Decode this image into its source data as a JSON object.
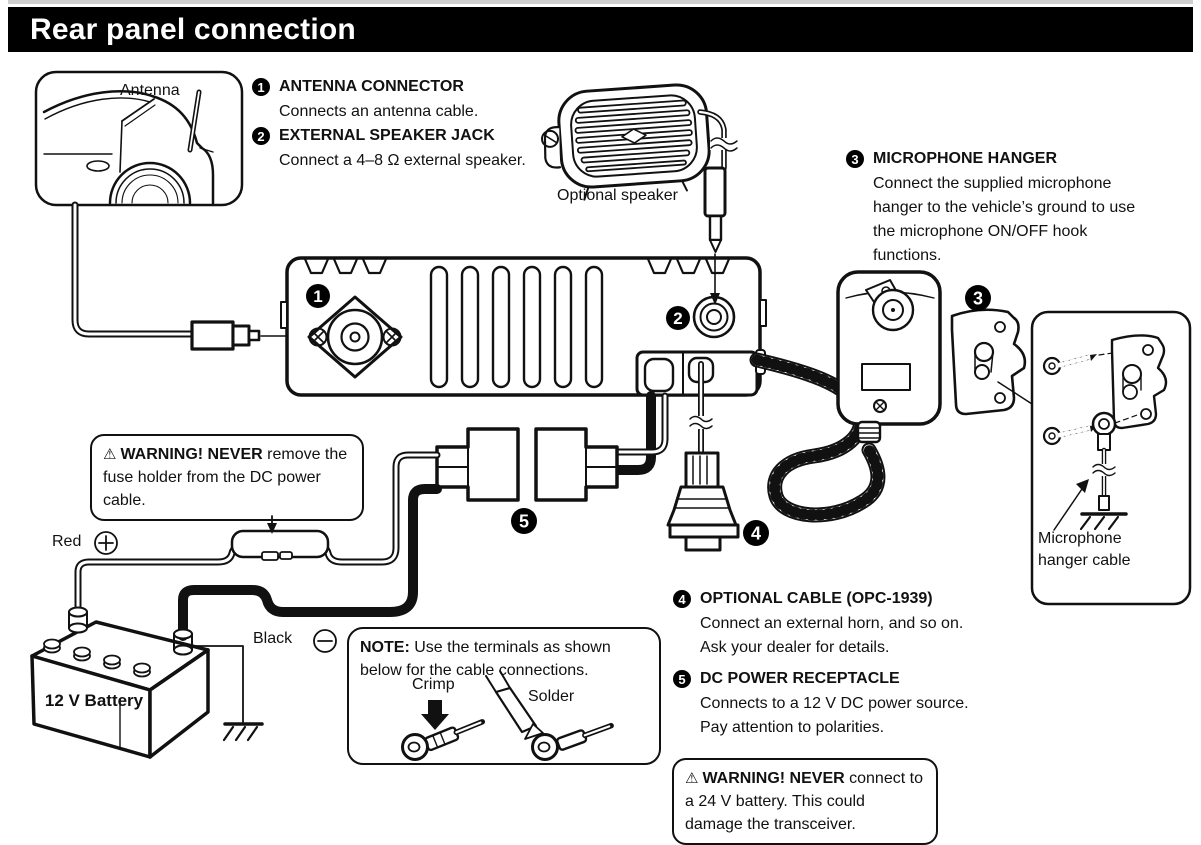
{
  "page": {
    "title": "Rear panel connection"
  },
  "items": {
    "1": {
      "num": "1",
      "title": "ANTENNA CONNECTOR",
      "desc": "Connects an antenna cable."
    },
    "2": {
      "num": "2",
      "title": "EXTERNAL SPEAKER JACK",
      "desc": "Connect a 4–8 Ω external speaker."
    },
    "3": {
      "num": "3",
      "title": "MICROPHONE HANGER",
      "desc": "Connect the supplied microphone hanger to the vehicle’s ground to use the microphone ON/OFF hook functions."
    },
    "4": {
      "num": "4",
      "title": "OPTIONAL CABLE (OPC-1939)",
      "desc_line1": "Connect an external horn, and so on.",
      "desc_line2": "Ask your dealer for details."
    },
    "5": {
      "num": "5",
      "title": "DC POWER RECEPTACLE",
      "desc_line1": "Connects to a 12 V DC power source.",
      "desc_line2": "Pay attention to polarities."
    }
  },
  "warnings": {
    "fuse_bold": "WARNING! NEVER",
    "fuse_rest": " remove the fuse holder from the DC power cable.",
    "battery_bold": "WARNING! NEVER",
    "battery_rest": " connect to a 24 V battery. This could damage the transceiver."
  },
  "note": {
    "bold": "NOTE:",
    "rest": " Use the terminals as shown below for the cable connections.",
    "crimp": "Crimp",
    "solder": "Solder"
  },
  "labels": {
    "antenna": "Antenna",
    "optional_speaker": "Optional speaker",
    "red": "Red",
    "black": "Black",
    "battery": "12 V Battery",
    "mic_hanger_cable": "Microphone hanger cable"
  },
  "icons": {
    "warning_icon": "⚠",
    "red_polarity_icon": "plus-circle",
    "black_polarity_icon": "minus-circle"
  },
  "colors": {
    "title_bg": "#000000",
    "title_fg": "#ffffff",
    "ink": "#111111",
    "page_bg": "#ffffff"
  }
}
